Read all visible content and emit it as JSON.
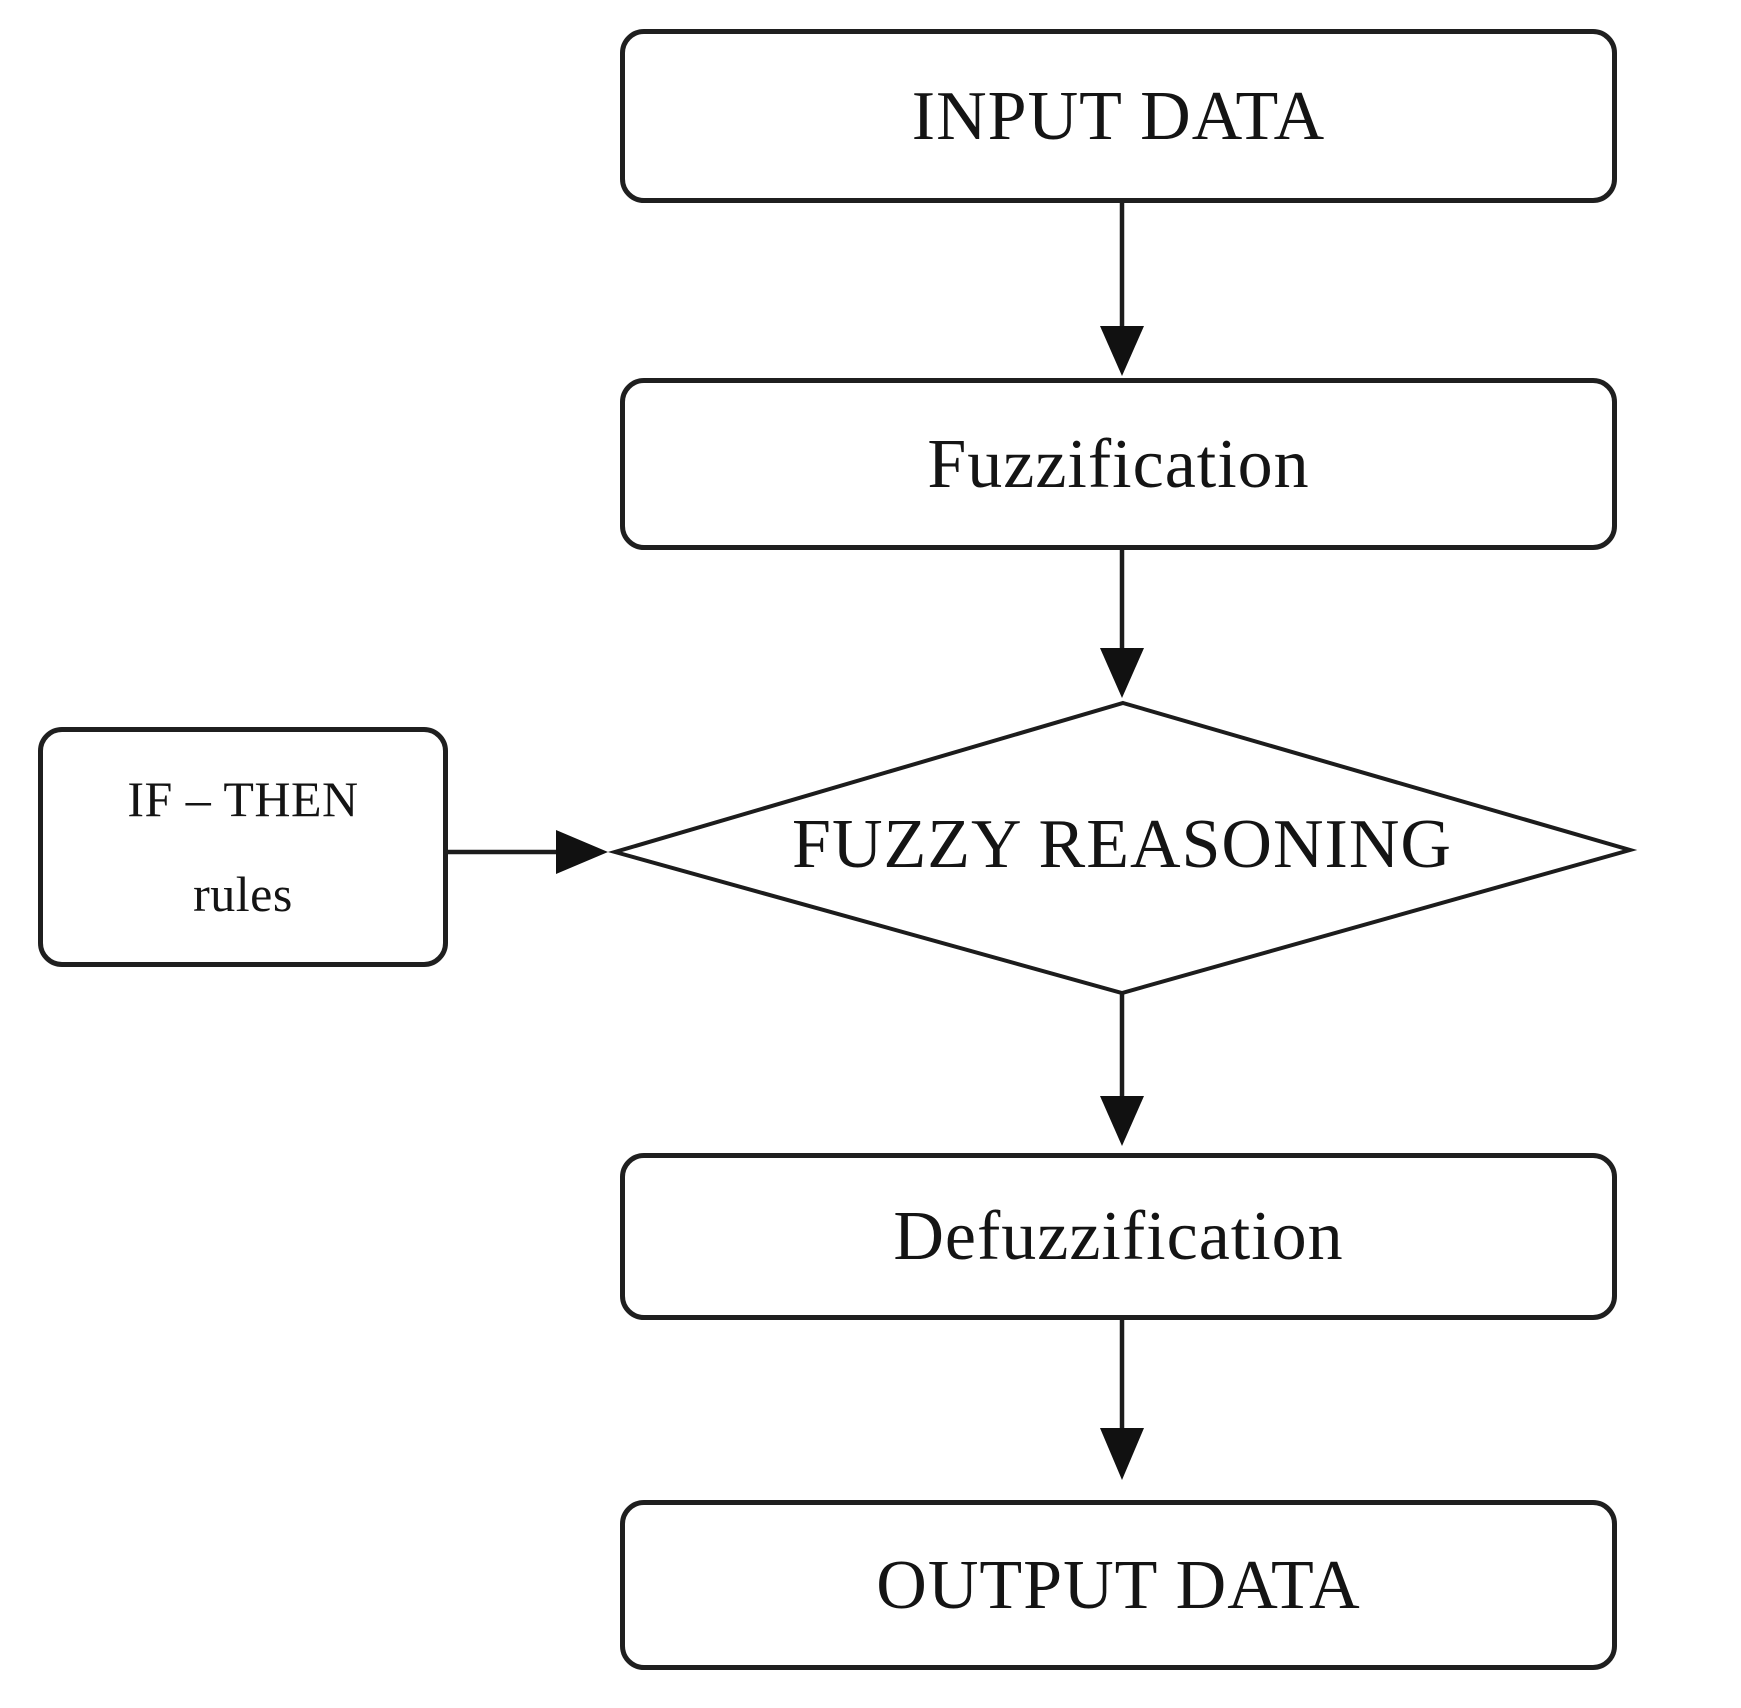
{
  "diagram": {
    "type": "flowchart",
    "subject": "fuzzy logic inference process",
    "colors": {
      "background": "#ffffff",
      "stroke": "#1c1c1c",
      "text": "#141414"
    },
    "nodes": {
      "input": {
        "label": "INPUT DATA",
        "shape": "rounded-rectangle"
      },
      "fuzzification": {
        "label": "Fuzzification",
        "shape": "rounded-rectangle"
      },
      "rules": {
        "label_line1": "IF – THEN",
        "label_line2": "rules",
        "shape": "rounded-rectangle"
      },
      "reasoning": {
        "label": "FUZZY REASONING",
        "shape": "diamond"
      },
      "defuzzification": {
        "label": "Defuzzification",
        "shape": "rounded-rectangle"
      },
      "output": {
        "label": "OUTPUT DATA",
        "shape": "rounded-rectangle"
      }
    },
    "edges": [
      {
        "from": "INPUT DATA",
        "to": "Fuzzification",
        "direction": "down"
      },
      {
        "from": "Fuzzification",
        "to": "FUZZY REASONING",
        "direction": "down"
      },
      {
        "from": "IF – THEN rules",
        "to": "FUZZY REASONING",
        "direction": "right"
      },
      {
        "from": "FUZZY REASONING",
        "to": "Defuzzification",
        "direction": "down"
      },
      {
        "from": "Defuzzification",
        "to": "OUTPUT DATA",
        "direction": "down"
      }
    ]
  }
}
